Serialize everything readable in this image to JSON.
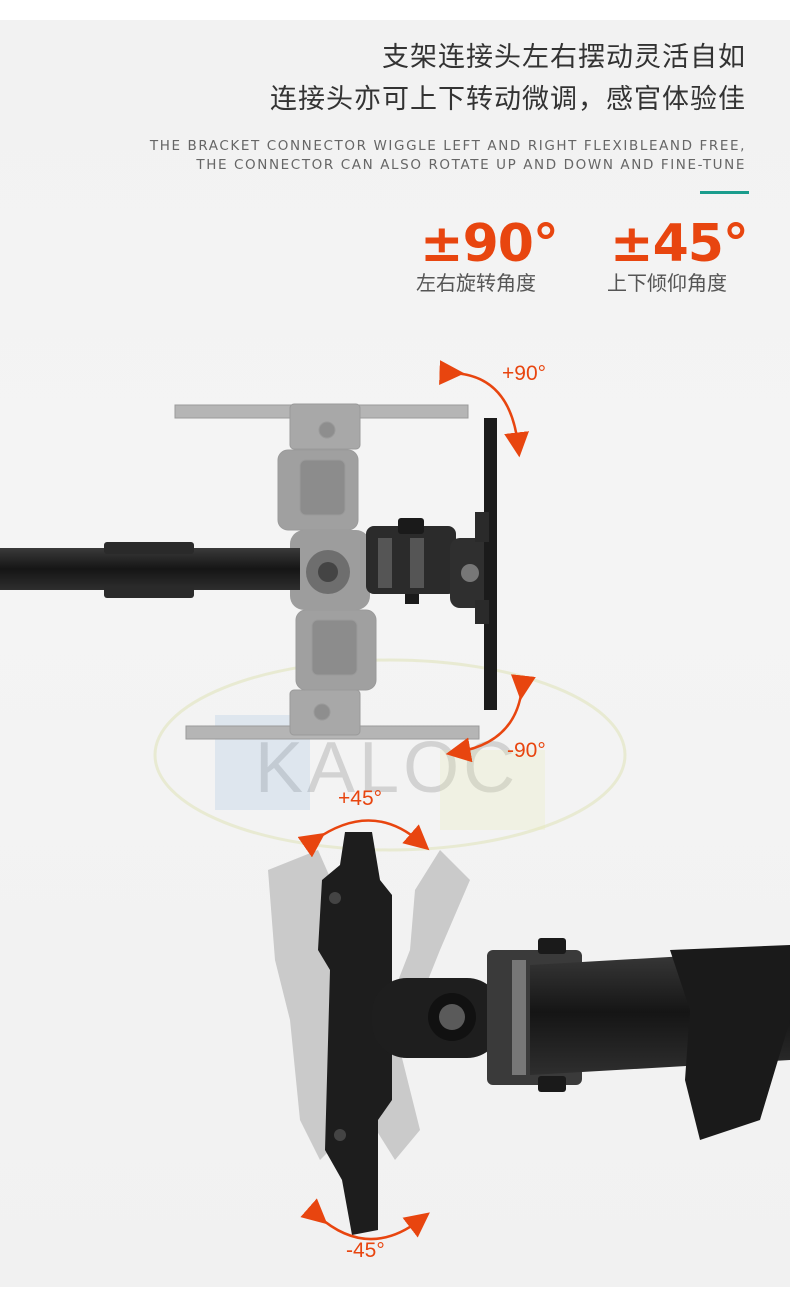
{
  "heading": {
    "line1": "支架连接头左右摆动灵活自如",
    "line2": "连接头亦可上下转动微调，感官体验佳",
    "en_line1": "THE BRACKET CONNECTOR WIGGLE LEFT AND RIGHT FLEXIBLEAND FREE,",
    "en_line2": "THE CONNECTOR CAN ALSO ROTATE UP AND DOWN AND FINE-TUNE"
  },
  "specs": [
    {
      "value": "±90°",
      "caption": "左右旋转角度"
    },
    {
      "value": "±45°",
      "caption": "上下倾仰角度"
    }
  ],
  "annotations": {
    "top_pos": "+90°",
    "top_neg": "-90°",
    "tilt_pos": "+45°",
    "tilt_neg": "-45°"
  },
  "watermark": "KALOC",
  "colors": {
    "accent_orange": "#e8450f",
    "accent_teal": "#1a9c8c",
    "metal_dark": "#1e1e1e",
    "ghost_gray": "#a9a9a9"
  }
}
